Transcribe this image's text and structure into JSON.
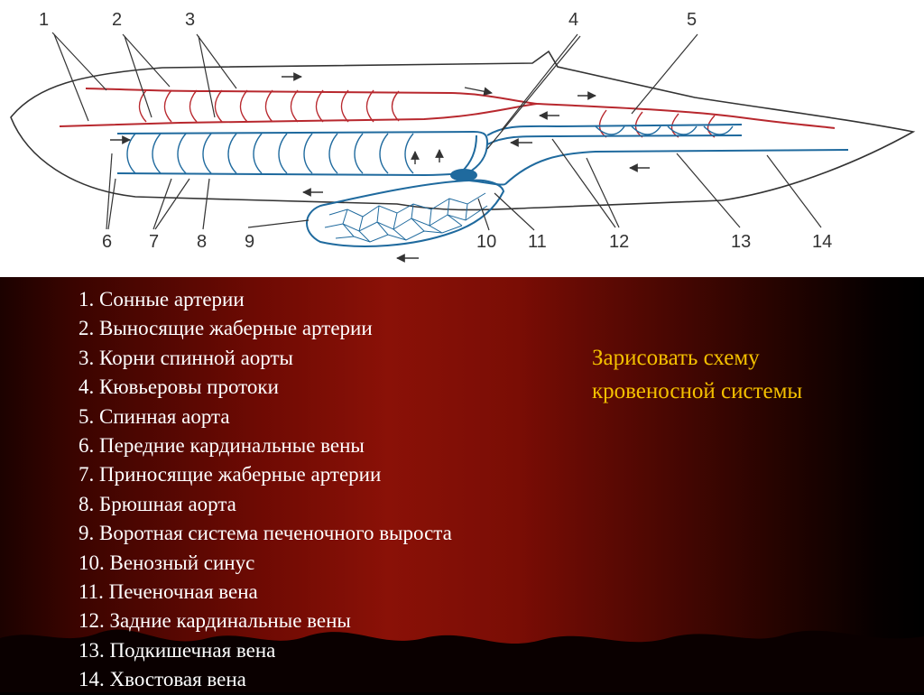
{
  "diagram": {
    "numbers": [
      "1",
      "2",
      "3",
      "4",
      "5",
      "6",
      "7",
      "8",
      "9",
      "10",
      "11",
      "12",
      "13",
      "14"
    ],
    "colors": {
      "artery": "#b8282e",
      "vein": "#1f6a9e",
      "outline": "#333333"
    }
  },
  "legend": {
    "items": [
      "1. Сонные артерии",
      "2. Выносящие жаберные артерии",
      "3. Корни спинной аорты",
      "4. Кювьеровы протоки",
      "5. Спинная аорта",
      "6. Передние кардинальные вены",
      "7. Приносящие жаберные артерии",
      "8. Брюшная аорта",
      "9. Воротная система печеночного выроста",
      "10. Венозный синус",
      "11. Печеночная вена",
      "12. Задние кардинальные вены",
      "13. Подкишечная вена",
      "14. Хвостовая вена"
    ]
  },
  "task": {
    "line1": "Зарисовать схему",
    "line2": "кровеносной системы"
  }
}
